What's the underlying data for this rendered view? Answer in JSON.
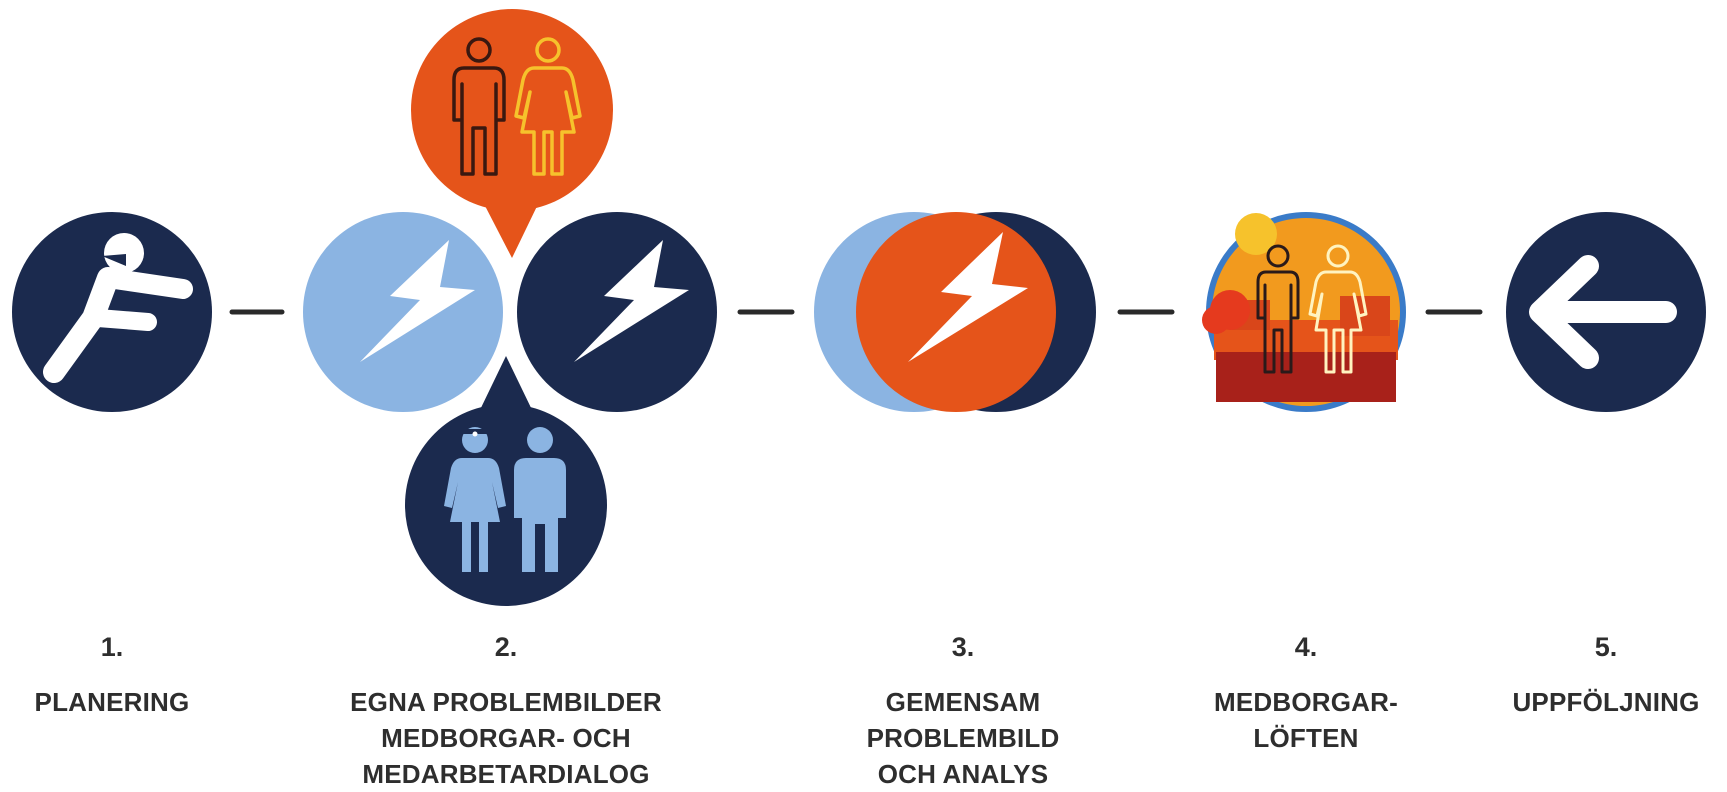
{
  "colors": {
    "navy": "#1b2a4e",
    "light_blue": "#8bb4e2",
    "orange": "#e5541a",
    "connector": "#2a2a2a",
    "text": "#2e2e2e",
    "yellow": "#f6c22c",
    "dark_red": "#8b1a1a"
  },
  "steps": [
    {
      "number": "1.",
      "label_lines": [
        "PLANERING"
      ],
      "icon": "pointing-person-icon"
    },
    {
      "number": "2.",
      "label_lines": [
        "EGNA PROBLEMBILDER",
        "MEDBORGAR- OCH",
        "MEDARBETARDIALOG"
      ],
      "icon": "lightning-icon"
    },
    {
      "number": "3.",
      "label_lines": [
        "GEMENSAM",
        "PROBLEMBILD",
        "OCH ANALYS"
      ],
      "icon": "lightning-icon"
    },
    {
      "number": "4.",
      "label_lines": [
        "MEDBORGAR-",
        "LÖFTEN"
      ],
      "icon": "people-city-icon"
    },
    {
      "number": "5.",
      "label_lines": [
        "UPPFÖLJNING"
      ],
      "icon": "arrow-left-icon"
    }
  ]
}
